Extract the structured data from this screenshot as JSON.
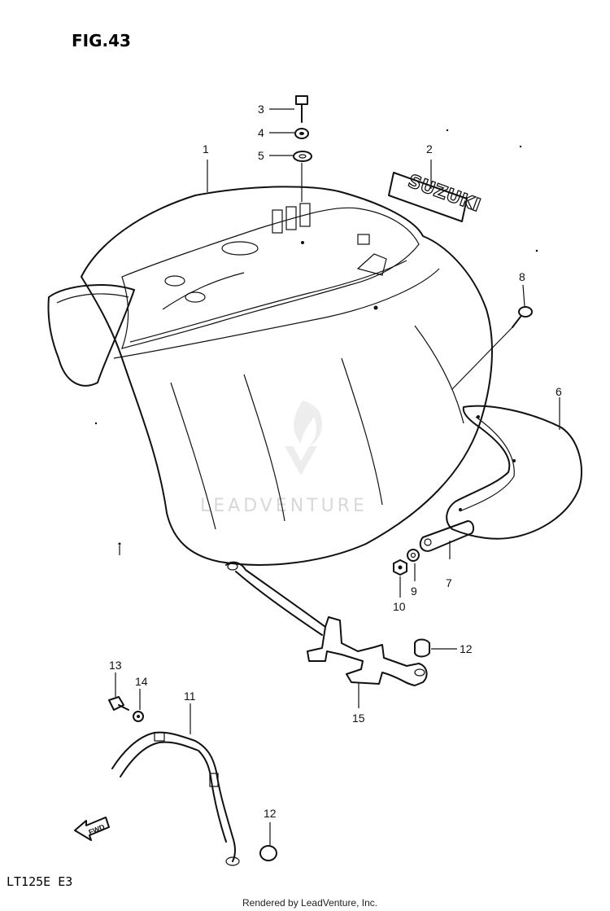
{
  "figure": {
    "title": "FIG.43",
    "model": "LT125E  E3",
    "credit": "Rendered by LeadVenture, Inc.",
    "watermark": "LEADVENTURE"
  },
  "direction_arrow_label": "FWD",
  "emblem_text": "SUZUKI",
  "callouts": [
    {
      "id": "c1",
      "label": "1"
    },
    {
      "id": "c2",
      "label": "2"
    },
    {
      "id": "c3",
      "label": "3"
    },
    {
      "id": "c4",
      "label": "4"
    },
    {
      "id": "c5",
      "label": "5"
    },
    {
      "id": "c6",
      "label": "6"
    },
    {
      "id": "c7",
      "label": "7"
    },
    {
      "id": "c8",
      "label": "8"
    },
    {
      "id": "c9",
      "label": "9"
    },
    {
      "id": "c10",
      "label": "10"
    },
    {
      "id": "c11",
      "label": "11"
    },
    {
      "id": "c12a",
      "label": "12"
    },
    {
      "id": "c12b",
      "label": "12"
    },
    {
      "id": "c13",
      "label": "13"
    },
    {
      "id": "c14",
      "label": "14"
    },
    {
      "id": "c15",
      "label": "15"
    }
  ],
  "colors": {
    "line": "#111111",
    "watermark": "#d8d8d8",
    "background": "#ffffff"
  }
}
